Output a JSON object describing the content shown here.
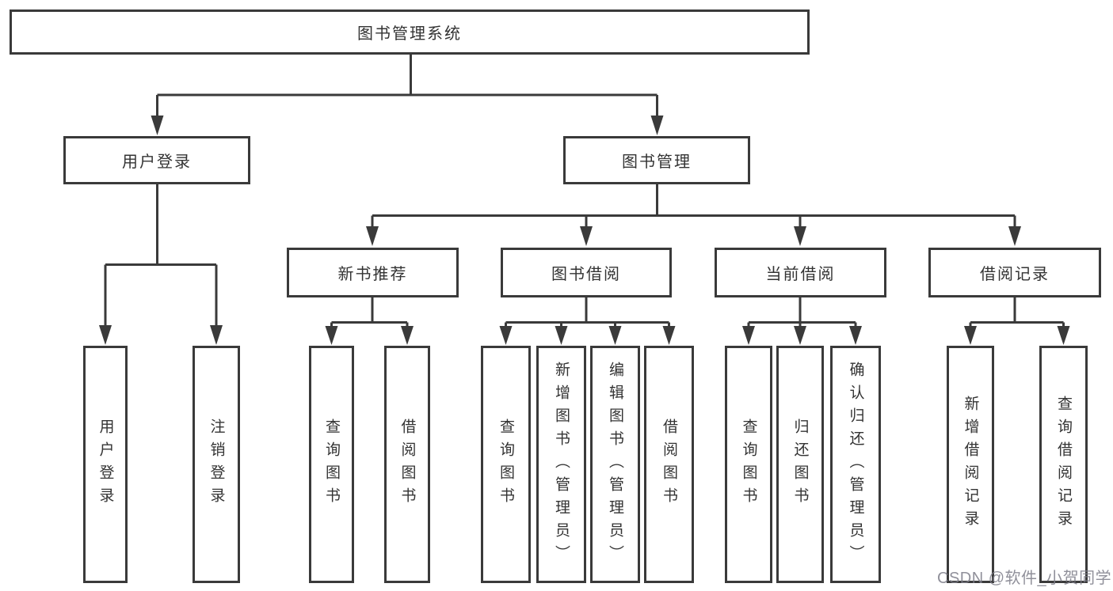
{
  "diagram": {
    "root": {
      "label": "图书管理系统"
    },
    "level2": [
      {
        "label": "用户登录"
      },
      {
        "label": "图书管理"
      }
    ],
    "level3": [
      {
        "label": "新书推荐"
      },
      {
        "label": "图书借阅"
      },
      {
        "label": "当前借阅"
      },
      {
        "label": "借阅记录"
      }
    ],
    "leaves": [
      {
        "label": "用户登录"
      },
      {
        "label": "注销登录"
      },
      {
        "label": "查询图书"
      },
      {
        "label": "借阅图书"
      },
      {
        "label": "查询图书"
      },
      {
        "label": "新增图书（管理员）"
      },
      {
        "label": "编辑图书（管理员）"
      },
      {
        "label": "借阅图书"
      },
      {
        "label": "查询图书"
      },
      {
        "label": "归还图书"
      },
      {
        "label": "确认归还（管理员）"
      },
      {
        "label": "新增借阅记录"
      },
      {
        "label": "查询借阅记录"
      }
    ]
  },
  "watermark": {
    "text": "CSDN @软件_小贺同学"
  },
  "colors": {
    "line": "#3a3a3a",
    "text": "#333333",
    "background": "#ffffff",
    "watermark": "#7d7d88"
  }
}
